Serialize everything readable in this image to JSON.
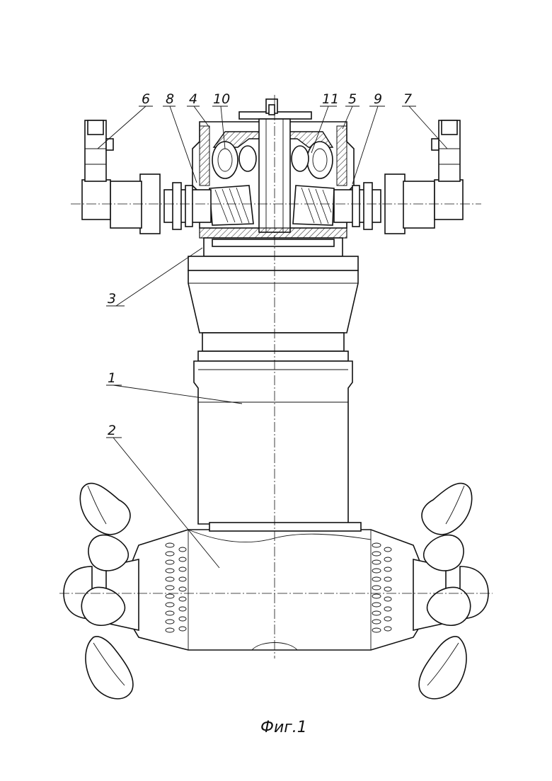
{
  "figure": {
    "caption": "Фиг.1",
    "callouts": [
      {
        "id": "c1",
        "label": "1"
      },
      {
        "id": "c2",
        "label": "2"
      },
      {
        "id": "c3",
        "label": "3"
      },
      {
        "id": "c4",
        "label": "4"
      },
      {
        "id": "c5",
        "label": "5"
      },
      {
        "id": "c6",
        "label": "6"
      },
      {
        "id": "c7",
        "label": "7"
      },
      {
        "id": "c8",
        "label": "8"
      },
      {
        "id": "c9",
        "label": "9"
      },
      {
        "id": "c10",
        "label": "10"
      },
      {
        "id": "c11",
        "label": "11"
      }
    ]
  }
}
